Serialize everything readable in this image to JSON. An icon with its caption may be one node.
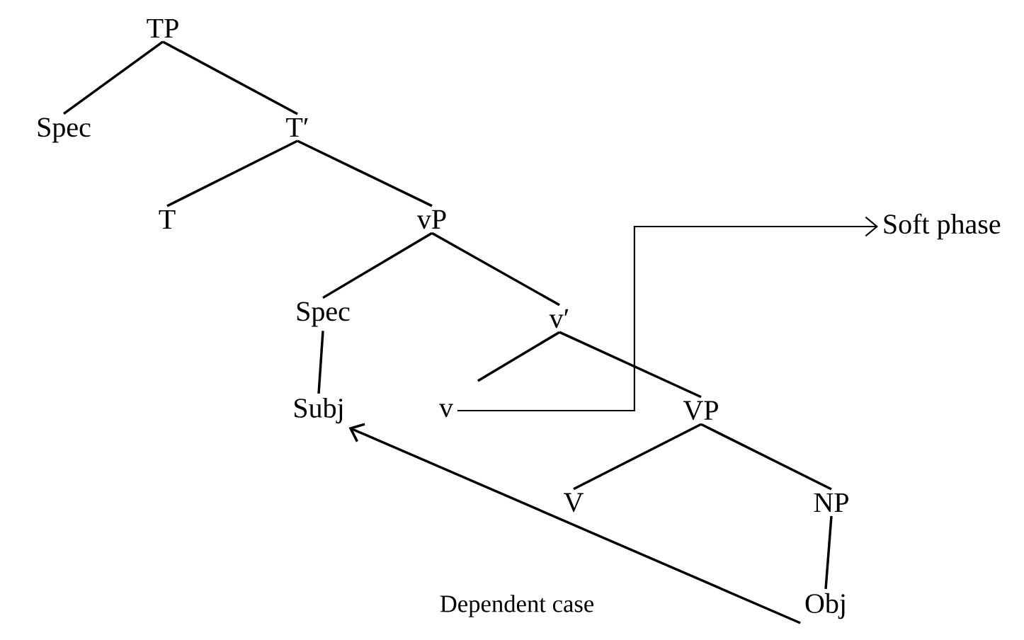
{
  "diagram": {
    "nodes": [
      {
        "text": [
          "TP"
        ]
      },
      {
        "text": [
          "Spec"
        ]
      },
      {
        "text": [
          "T′"
        ]
      },
      {
        "text": [
          "T"
        ]
      },
      {
        "text": [
          "vP"
        ]
      },
      {
        "text": [
          "Spec"
        ]
      },
      {
        "text": [
          "v′"
        ]
      },
      {
        "text": [
          "Subj"
        ]
      },
      {
        "text": [
          "v"
        ]
      },
      {
        "text": [
          "VP"
        ]
      },
      {
        "text": [
          "V"
        ]
      },
      {
        "text": [
          "NP"
        ]
      },
      {
        "text": [
          "Obj"
        ]
      },
      {
        "text": [
          "Soft phase"
        ]
      }
    ],
    "edges": [
      {
        "from": 0,
        "to": 1,
        "arrow": "none"
      },
      {
        "from": 0,
        "to": 2,
        "arrow": "none"
      },
      {
        "from": 2,
        "to": 3,
        "arrow": "none"
      },
      {
        "from": 2,
        "to": 4,
        "arrow": "none"
      },
      {
        "from": 4,
        "to": 5,
        "arrow": "none"
      },
      {
        "from": 4,
        "to": 6,
        "arrow": "none"
      },
      {
        "from": 6,
        "to": 8,
        "arrow": "none"
      },
      {
        "from": 6,
        "to": 9,
        "arrow": "none"
      },
      {
        "from": 5,
        "to": 7,
        "arrow": "none"
      },
      {
        "from": 9,
        "to": 10,
        "arrow": "none"
      },
      {
        "from": 9,
        "to": 11,
        "arrow": "none"
      },
      {
        "from": 11,
        "to": 12,
        "arrow": "none"
      },
      {
        "from": 12,
        "to": 7,
        "arrow": "to",
        "label": "Dependent case"
      },
      {
        "from": 8,
        "to": 13,
        "arrow": "to"
      }
    ]
  }
}
